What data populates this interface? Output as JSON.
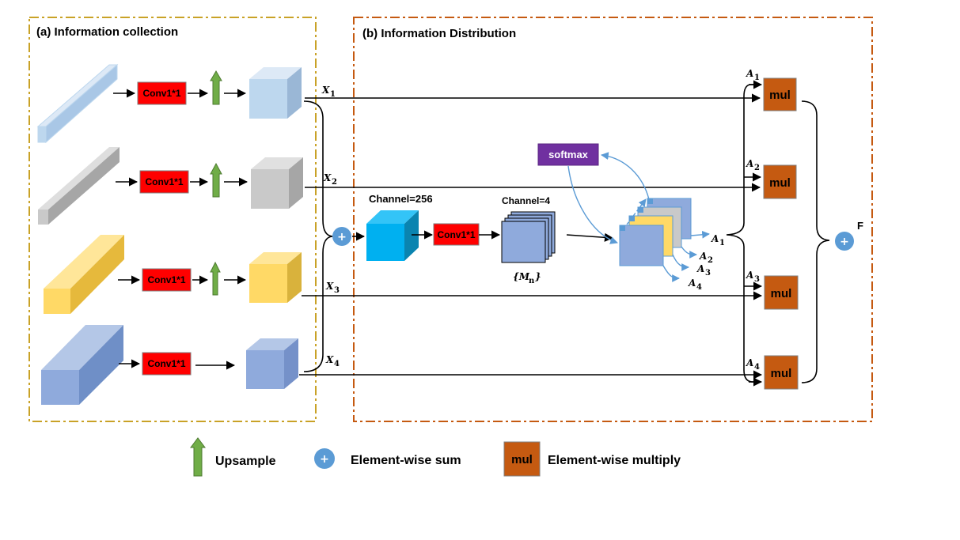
{
  "panels": {
    "a_title": "(a) Information collection",
    "b_title": "(b) Information Distribution"
  },
  "conv_label": "Conv1*1",
  "x_labels": [
    "X",
    "X",
    "X",
    "X"
  ],
  "x_subs": [
    "1",
    "2",
    "3",
    "4"
  ],
  "a_labels": [
    "A",
    "A",
    "A",
    "A"
  ],
  "a_subs": [
    "1",
    "2",
    "3",
    "4"
  ],
  "channel_256": "Channel=256",
  "channel_4": "Channel=4",
  "m_n": "{M",
  "m_sub": "n",
  "m_close": "}",
  "softmax_label": "softmax",
  "mul_label": "mul",
  "plus_symbol": "+",
  "output_label": "F",
  "legend": {
    "upsample": "Upsample",
    "sum": "Element-wise sum",
    "multiply": "Element-wise multiply"
  },
  "colors": {
    "panel_a_border": "#c9a227",
    "panel_b_border": "#c55a11",
    "conv_fill": "#ff0000",
    "upsample_arrow": "#70ad47",
    "sum_circle": "#5b9bd5",
    "mul_fill": "#c55a11",
    "softmax_fill": "#7030a0",
    "level1": "#bdd7ee",
    "level2": "#c9c9c9",
    "level3": "#ffd966",
    "level4": "#8faadc",
    "cube256": "#00b0f0"
  }
}
